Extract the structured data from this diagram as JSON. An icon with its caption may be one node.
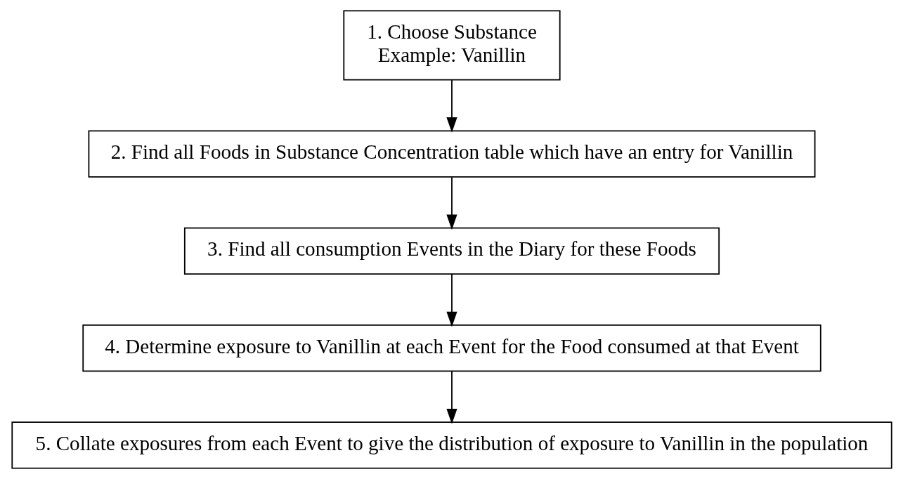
{
  "diagram": {
    "nodes": [
      {
        "text": [
          "1. Choose Substance",
          "Example: Vanillin"
        ]
      },
      {
        "text": [
          "2. Find all Foods in Substance Concentration table which have an entry for Vanillin"
        ]
      },
      {
        "text": [
          "3. Find all consumption Events in the Diary for these Foods"
        ]
      },
      {
        "text": [
          "4. Determine exposure to Vanillin at each Event for the Food consumed at that Event"
        ]
      },
      {
        "text": [
          "5. Collate exposures from each Event to give the distribution of exposure to Vanillin in the population"
        ]
      }
    ],
    "edges": [
      {
        "from": 0,
        "to": 1,
        "arrow": "to"
      },
      {
        "from": 1,
        "to": 2,
        "arrow": "to"
      },
      {
        "from": 2,
        "to": 3,
        "arrow": "to"
      },
      {
        "from": 3,
        "to": 4,
        "arrow": "to"
      }
    ]
  }
}
